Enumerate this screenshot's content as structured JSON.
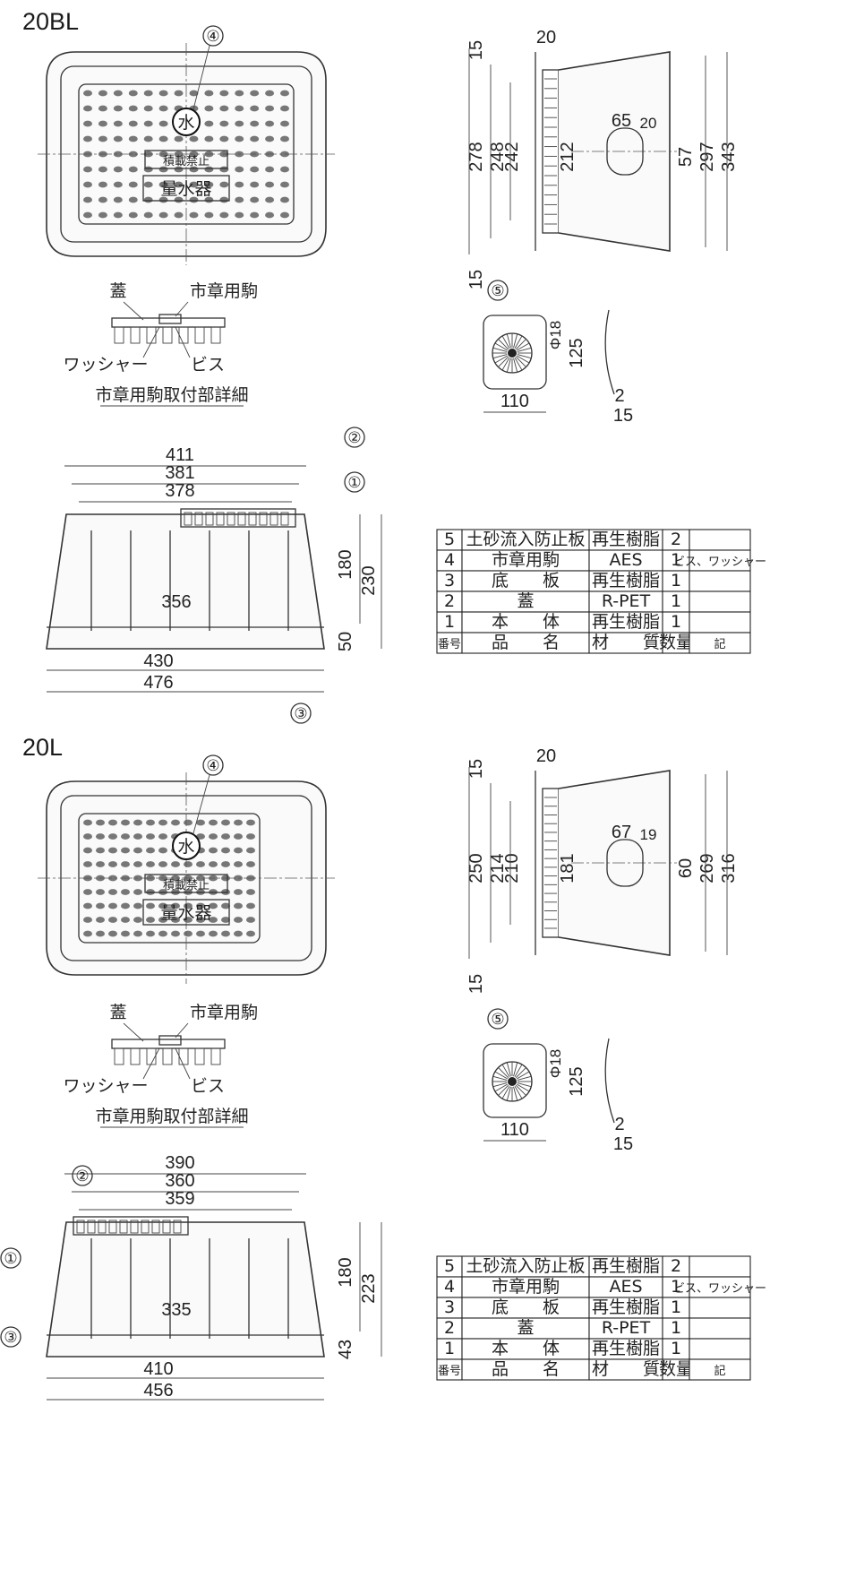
{
  "diagrams": [
    {
      "title": "20BL",
      "lid": {
        "callout": "④",
        "emblem": "水",
        "label_load": "積載禁止",
        "label_meter": "量水器"
      },
      "side": {
        "top": "20",
        "dims_left": [
          "15",
          "278",
          "248",
          "242",
          "212",
          "15"
        ],
        "inner_w": "65",
        "inner_small": "20",
        "dim_57": "57",
        "dims_right": [
          "297",
          "343"
        ]
      },
      "detail": {
        "label_lid": "蓋",
        "label_emblem": "市章用駒",
        "label_washer": "ワッシャー",
        "label_screw": "ビス",
        "caption": "市章用駒取付部詳細"
      },
      "plate": {
        "callout": "⑤",
        "dia": "Φ18",
        "h": "125",
        "w": "110",
        "t1": "2",
        "t2": "15"
      },
      "front": {
        "dims_top": [
          "411",
          "381",
          "378"
        ],
        "inner": "356",
        "dims_bottom": [
          "430",
          "476"
        ],
        "dims_right": [
          "180",
          "230",
          "50"
        ],
        "callouts": [
          "②",
          "①",
          "③"
        ]
      },
      "parts": {
        "header": [
          "番号",
          "品　　名",
          "材　　質",
          "数量",
          "記"
        ],
        "rows": [
          [
            "5",
            "土砂流入防止板",
            "再生樹脂",
            "2",
            ""
          ],
          [
            "4",
            "市章用駒",
            "AES",
            "1",
            "ビス、ワッシャー"
          ],
          [
            "3",
            "底　　板",
            "再生樹脂",
            "1",
            ""
          ],
          [
            "2",
            "蓋",
            "R-PET",
            "1",
            ""
          ],
          [
            "1",
            "本　　体",
            "再生樹脂",
            "1",
            ""
          ]
        ]
      }
    },
    {
      "title": "20L",
      "lid": {
        "callout": "④",
        "emblem": "水",
        "label_load": "積載禁止",
        "label_meter": "量水器"
      },
      "side": {
        "top": "20",
        "dims_left": [
          "15",
          "250",
          "214",
          "210",
          "181",
          "15"
        ],
        "inner_w": "67",
        "inner_small": "19",
        "dim_57": "60",
        "dims_right": [
          "269",
          "316"
        ]
      },
      "detail": {
        "label_lid": "蓋",
        "label_emblem": "市章用駒",
        "label_washer": "ワッシャー",
        "label_screw": "ビス",
        "caption": "市章用駒取付部詳細"
      },
      "plate": {
        "callout": "⑤",
        "dia": "Φ18",
        "h": "125",
        "w": "110",
        "t1": "2",
        "t2": "15"
      },
      "front": {
        "dims_top": [
          "390",
          "360",
          "359"
        ],
        "inner": "335",
        "dims_bottom": [
          "410",
          "456"
        ],
        "dims_right": [
          "180",
          "223",
          "43"
        ],
        "callouts": [
          "②",
          "①",
          "③"
        ]
      },
      "parts": {
        "header": [
          "番号",
          "品　　名",
          "材　　質",
          "数量",
          "記"
        ],
        "rows": [
          [
            "5",
            "土砂流入防止板",
            "再生樹脂",
            "2",
            ""
          ],
          [
            "4",
            "市章用駒",
            "AES",
            "1",
            "ビス、ワッシャー"
          ],
          [
            "3",
            "底　　板",
            "再生樹脂",
            "1",
            ""
          ],
          [
            "2",
            "蓋",
            "R-PET",
            "1",
            ""
          ],
          [
            "1",
            "本　　体",
            "再生樹脂",
            "1",
            ""
          ]
        ]
      }
    }
  ]
}
